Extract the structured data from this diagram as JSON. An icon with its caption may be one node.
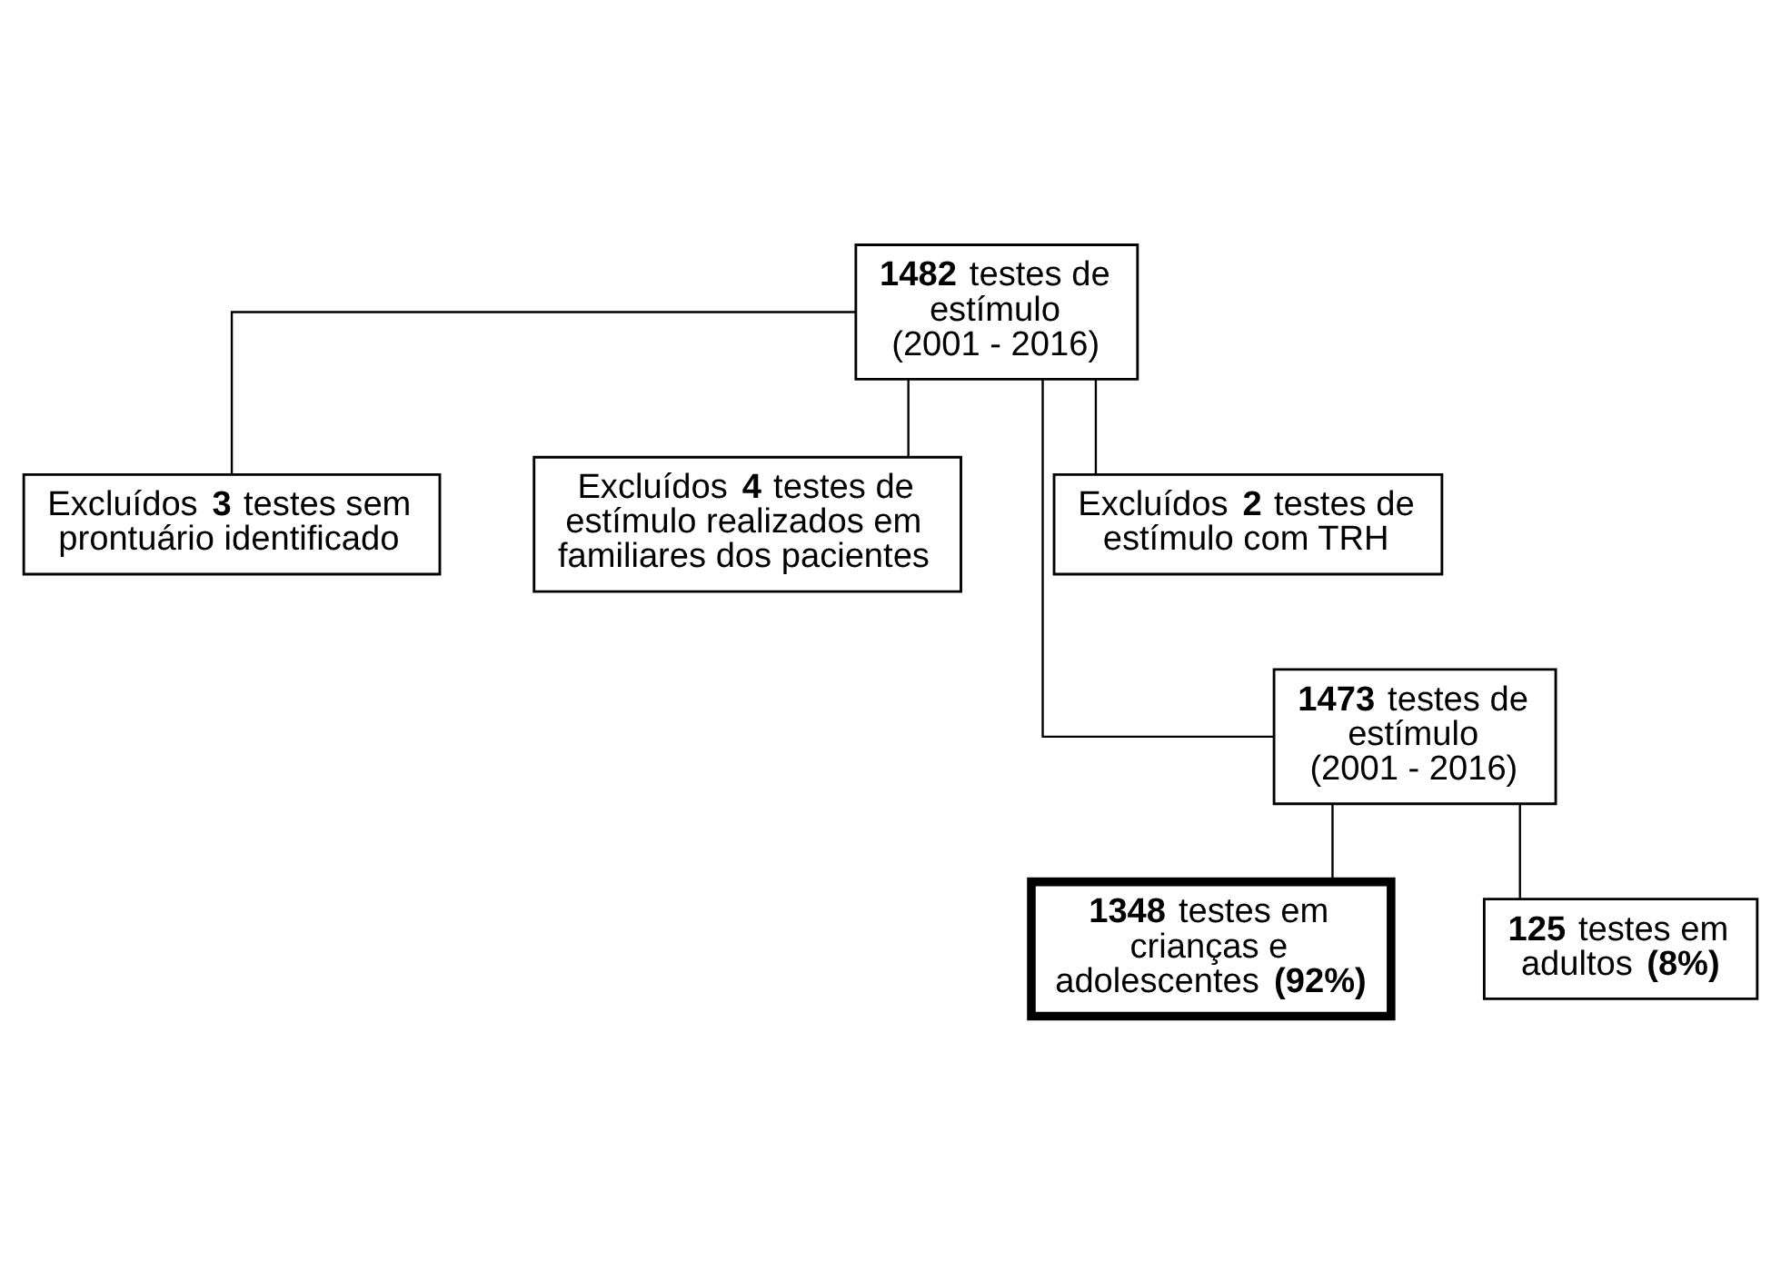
{
  "diagram": {
    "nodes": [
      {
        "text": [
          "**1482** testes de estímulo",
          "(2001 - 2016)"
        ]
      },
      {
        "text": [
          "Excluídos **3** testes sem prontuário identificado"
        ]
      },
      {
        "text": [
          "Excluídos **4** testes de estímulo realizados em familiares dos pacientes"
        ]
      },
      {
        "text": [
          "Excluídos **2** testes de estímulo com TRH"
        ]
      },
      {
        "text": [
          "**1473** testes de estímulo",
          "(2001 - 2016)"
        ]
      },
      {
        "text": [
          "**1348** testes em crianças e adolescentes **(92%)**"
        ]
      },
      {
        "text": [
          "**125** testes em adultos **(8%)**"
        ]
      }
    ],
    "edges": [
      {
        "from": 0,
        "to": 1,
        "arrow": "none"
      },
      {
        "from": 0,
        "to": 2,
        "arrow": "none"
      },
      {
        "from": 0,
        "to": 3,
        "arrow": "none"
      },
      {
        "from": 0,
        "to": 4,
        "arrow": "none"
      },
      {
        "from": 4,
        "to": 5,
        "arrow": "none"
      },
      {
        "from": 4,
        "to": 6,
        "arrow": "none"
      }
    ]
  }
}
